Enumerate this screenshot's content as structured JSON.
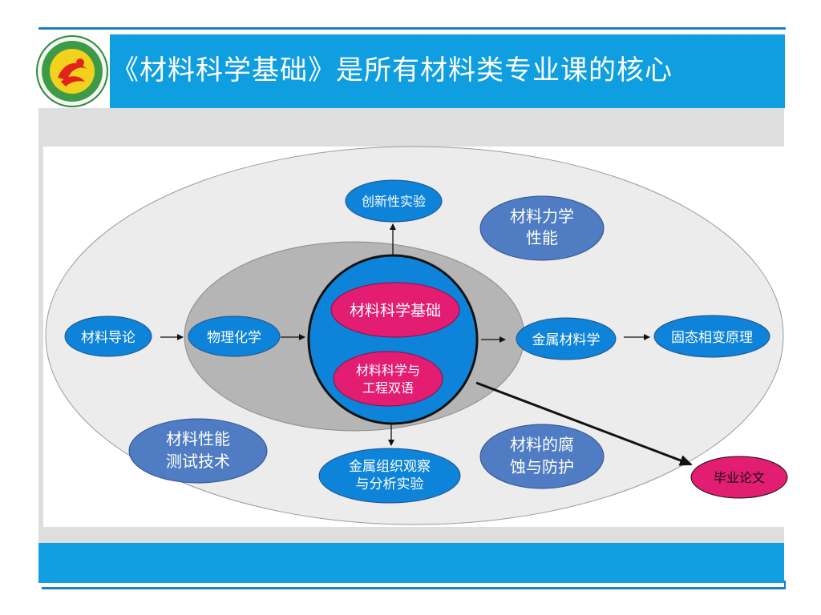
{
  "title": "《材料科学基础》是所有材料类专业课的核心",
  "colors": {
    "header_blue": "#0f9ee0",
    "node_blue": "#0d84d9",
    "node_dark_blue": "#4f7cc2",
    "node_magenta": "#e21d72",
    "ellipse_outer": "#ececec",
    "ellipse_inner": "#b5b5b5"
  },
  "nodes": {
    "intro": "材料导论",
    "physchem": "物理化学",
    "core": "材料科学基础",
    "bilingual_line1": "材料科学与",
    "bilingual_line2": "工程双语",
    "innovation": "创新性实验",
    "mechanics_line1": "材料力学",
    "mechanics_line2": "性能",
    "metal": "金属材料学",
    "phase": "固态相变原理",
    "testing_line1": "材料性能",
    "testing_line2": "测试技术",
    "micro_line1": "金属组织观察",
    "micro_line2": "与分析实验",
    "corrosion_line1": "材料的腐",
    "corrosion_line2": "蚀与防护",
    "thesis": "毕业论文"
  }
}
